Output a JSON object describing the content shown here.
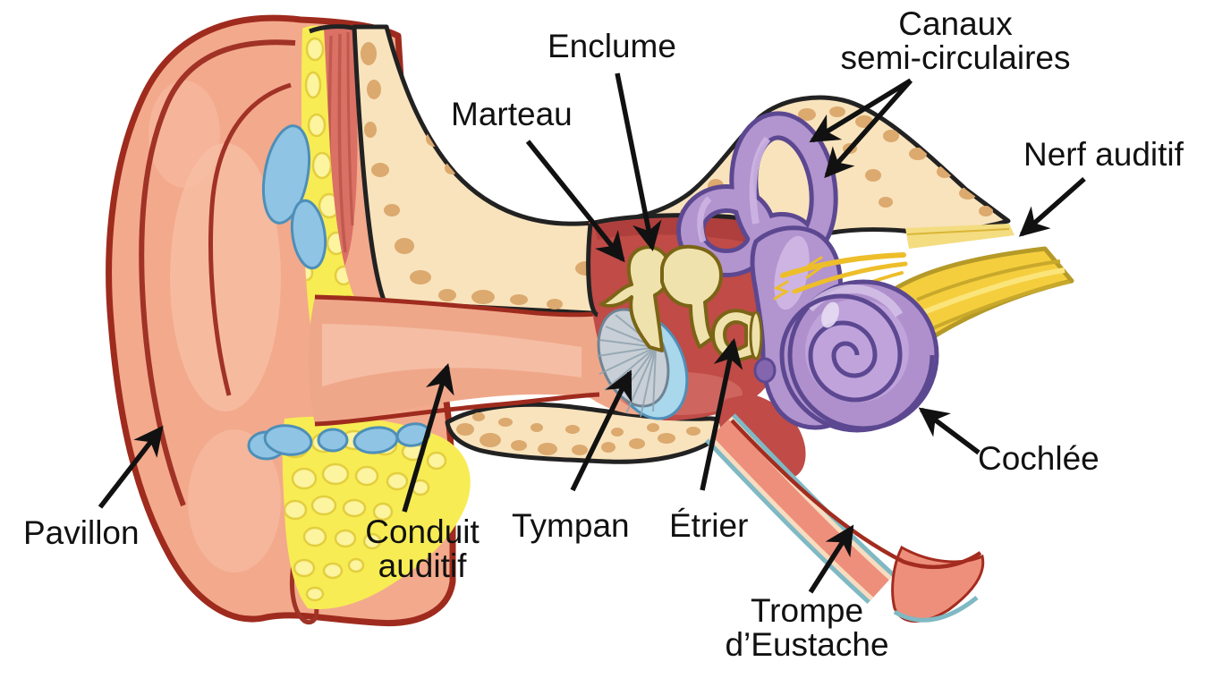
{
  "figure": {
    "kind": "ear-anatomy-cross-section",
    "language": "fr"
  },
  "labels": {
    "pavillon": {
      "text": "Pavillon"
    },
    "conduit": {
      "text": "Conduit\nauditif"
    },
    "tympan": {
      "text": "Tympan"
    },
    "etrier": {
      "text": "Étrier"
    },
    "marteau": {
      "text": "Marteau"
    },
    "enclume": {
      "text": "Enclume"
    },
    "canaux": {
      "text": "Canaux\nsemi-circulaires"
    },
    "nerf": {
      "text": "Nerf auditif"
    },
    "cochlee": {
      "text": "Cochlée"
    },
    "trompe": {
      "text": "Trompe\nd’Eustache"
    }
  },
  "palette": {
    "background": "#ffffff",
    "label_text": "#111111",
    "arrow": "#111111",
    "skin": "#F3A98C",
    "skin_highlight": "#F7C0A6",
    "skin_outline": "#9E2B1E",
    "fat_yellow": "#F7EC54",
    "fat_cobble": "#FCF49F",
    "cartilage_blue": "#8FC4E4",
    "muscle_red": "#DB7065",
    "bone_cream": "#F8E3BC",
    "bone_spot": "#DCA96E",
    "middle_ear_red": "#C04B47",
    "eardrum_gray": "#C9CFD6",
    "eardrum_ring_blue": "#A9D7EC",
    "ossicle_khaki": "#EFE2AC",
    "ossicle_outline": "#7A6516",
    "inner_ear_purple": "#B294CE",
    "inner_ear_outline": "#5C4891",
    "nerve_yellow": "#F5CE3E",
    "eustachian_teal": "#7FB9C4"
  }
}
